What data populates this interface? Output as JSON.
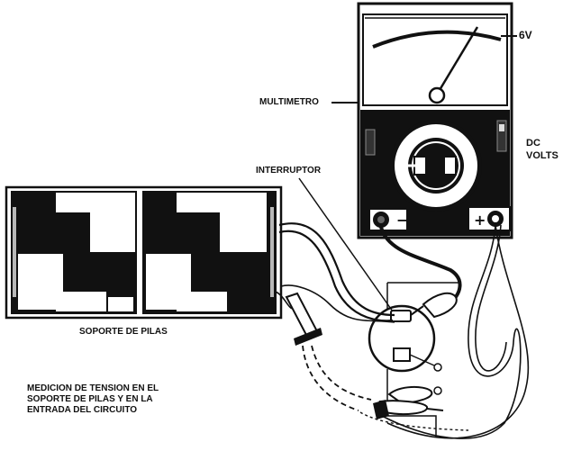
{
  "labels": {
    "voltage": "6V",
    "multimeter": "MULTIMETRO",
    "dc": "DC",
    "volts": "VOLTS",
    "switch": "INTERRUPTOR",
    "battery_holder": "SOPORTE DE PILAS"
  },
  "caption": {
    "line1": "MEDICION DE TENSION EN EL",
    "line2": "SOPORTE DE PILAS Y EN LA",
    "line3": "ENTRADA DEL CIRCUITO"
  },
  "terminals": {
    "negative": "−",
    "positive": "+"
  },
  "colors": {
    "ink": "#111111",
    "paper": "#ffffff"
  }
}
